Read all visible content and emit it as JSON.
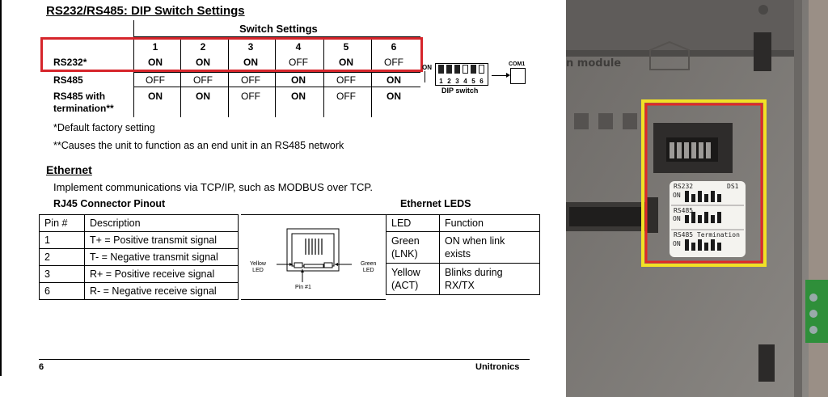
{
  "dip_section": {
    "title": "RS232/RS485: DIP Switch Settings",
    "header": "Switch Settings",
    "columns": [
      "1",
      "2",
      "3",
      "4",
      "5",
      "6"
    ],
    "rows": [
      {
        "label": "RS232*",
        "values": [
          "ON",
          "ON",
          "ON",
          "OFF",
          "ON",
          "OFF"
        ]
      },
      {
        "label": "RS485",
        "values": [
          "OFF",
          "OFF",
          "OFF",
          "ON",
          "OFF",
          "ON"
        ]
      },
      {
        "label_line1": "RS485 with",
        "label_line2": "termination**",
        "values": [
          "ON",
          "ON",
          "OFF",
          "ON",
          "OFF",
          "ON"
        ]
      }
    ],
    "note1": "*Default factory setting",
    "note2": "**Causes the unit to function as an end unit in an RS485 network",
    "diagram": {
      "on_label": "ON",
      "numbers": [
        "1",
        "2",
        "3",
        "4",
        "5",
        "6"
      ],
      "dip_label": "DIP switch",
      "com_label": "COM1"
    },
    "highlight_color": "#d6252b"
  },
  "ethernet": {
    "title": "Ethernet",
    "description": "Implement communications via TCP/IP, such as MODBUS over TCP.",
    "pinout_title": "RJ45 Connector Pinout",
    "leds_title": "Ethernet LEDS",
    "pin_header": [
      "Pin #",
      "Description"
    ],
    "pins": [
      {
        "pin": "1",
        "desc": "T+  =  Positive transmit signal"
      },
      {
        "pin": "2",
        "desc": "T-  =  Negative transmit signal"
      },
      {
        "pin": "3",
        "desc": "R+  =  Positive receive signal"
      },
      {
        "pin": "6",
        "desc": "R-   =  Negative receive signal"
      }
    ],
    "connector": {
      "yellow_led_l1": "Yellow",
      "yellow_led_l2": "LED",
      "green_led_l1": "Green",
      "green_led_l2": "LED",
      "pin1": "Pin #1"
    },
    "led_header": [
      "LED",
      "Function"
    ],
    "leds": [
      {
        "led_l1": "Green",
        "led_l2": "(LNK)",
        "func_l1": "ON when link",
        "func_l2": "exists"
      },
      {
        "led_l1": "Yellow",
        "led_l2": "(ACT)",
        "func_l1": "Blinks during",
        "func_l2": "RX/TX"
      }
    ]
  },
  "footer": {
    "page": "6",
    "brand": "Unitronics"
  },
  "photo": {
    "module_text": "n module",
    "sticker": {
      "rs232": "RS232",
      "ds1": "DS1",
      "on": "ON",
      "rs485": "RS485",
      "rs485_term": "RS485 Termination"
    },
    "outline_outer": "#e02a26",
    "outline_inner": "#f2e125"
  }
}
